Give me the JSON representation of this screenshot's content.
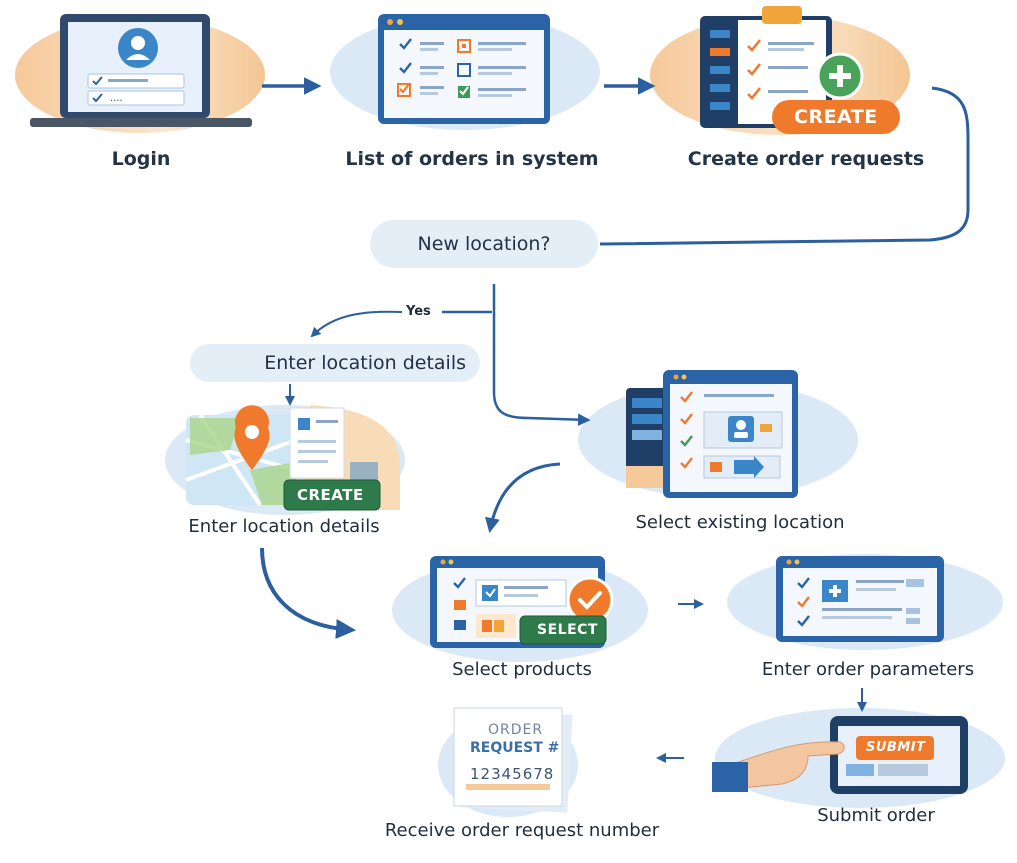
{
  "steps": {
    "login": "Login",
    "list_orders": "List of orders in system",
    "create_requests": "Create order requests",
    "new_location": "New location?",
    "yes": "Yes",
    "enter_location_pill": "Enter location details",
    "enter_location": "Enter location details",
    "select_existing": "Select existing location",
    "select_products": "Select products",
    "enter_params": "Enter order parameters",
    "submit_order": "Submit order",
    "receive_number": "Receive order request number"
  },
  "buttons": {
    "create_top": "CREATE",
    "create_location": "CREATE",
    "select": "SELECT",
    "submit": "SUBMIT"
  },
  "receipt": {
    "line1": "ORDER",
    "line2": "REQUEST #",
    "number": "12345678"
  },
  "colors": {
    "accent_blue": "#2a63a6",
    "arrow_blue": "#2b5f9e",
    "orange": "#f07a2c",
    "green_button": "#2f7a4a",
    "blob_blue": "#dbe9f6",
    "blob_peach": "#f8dcb8"
  }
}
